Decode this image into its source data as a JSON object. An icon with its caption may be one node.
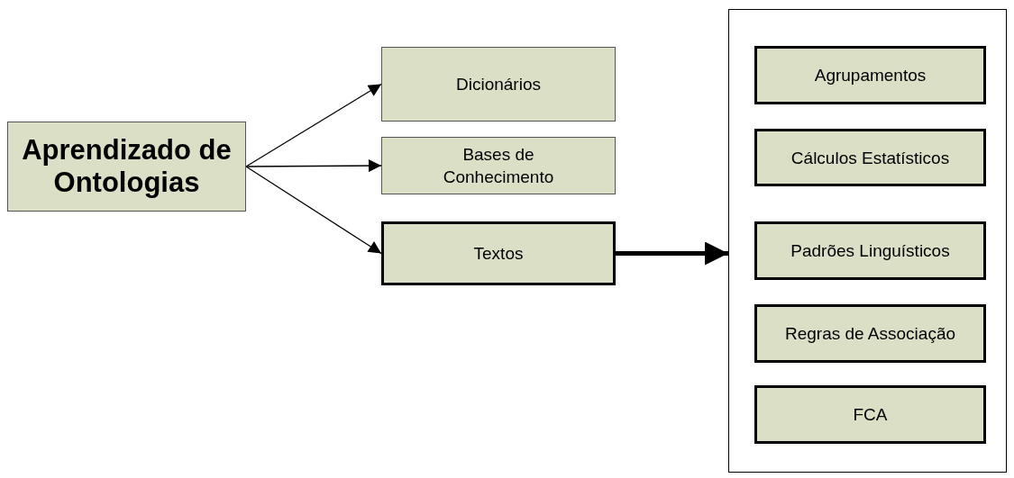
{
  "diagram": {
    "nodes": [
      {
        "text": [
          "Aprendizado de Ontologias"
        ]
      },
      {
        "text": [
          "Dicionários"
        ]
      },
      {
        "text": [
          "Bases de Conhecimento"
        ]
      },
      {
        "text": [
          "Textos"
        ]
      },
      {
        "text": [],
        "shape": "box"
      },
      {
        "text": [
          "Agrupamentos"
        ],
        "in": 4
      },
      {
        "text": [
          "Cálculos Estatísticos"
        ],
        "in": 4
      },
      {
        "text": [
          "Padrões Linguísticos"
        ],
        "in": 4
      },
      {
        "text": [
          "Regras de Associação"
        ],
        "in": 4
      },
      {
        "text": [
          "FCA"
        ],
        "in": 4
      }
    ],
    "edges": [
      {
        "from": 0,
        "to": 1,
        "arrow": "to"
      },
      {
        "from": 0,
        "to": 2,
        "arrow": "to"
      },
      {
        "from": 0,
        "to": 3,
        "arrow": "to"
      },
      {
        "from": 3,
        "to": 4,
        "arrow": "to",
        "style": "thick"
      }
    ]
  }
}
